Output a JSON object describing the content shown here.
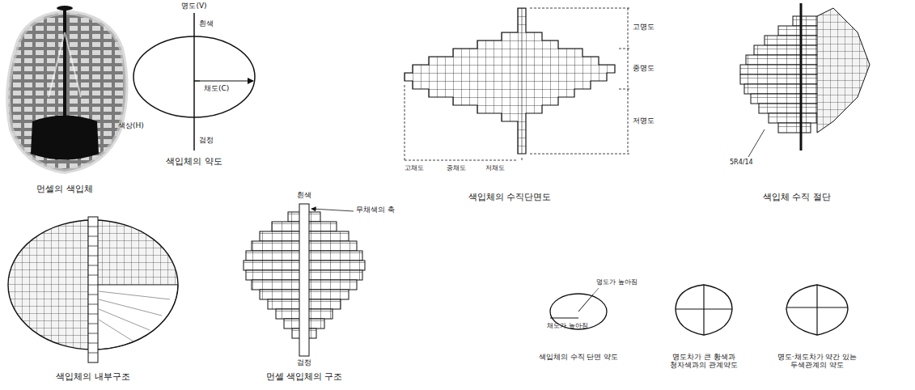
{
  "diagram": {
    "labels": [
      "먼셀의 색입체",
      "명도(V)",
      "흰색",
      "채도(C)",
      "색상(H)",
      "검정",
      "색입체의 약도",
      "고명도",
      "중명도",
      "저명도",
      "고채도",
      "중채도",
      "저채도",
      "색입체의 수직단면도",
      "5R4/14",
      "색입체 수직 절단",
      "색입체의 내부구조",
      "흰색",
      "무채색의 축",
      "검정",
      "먼셀 색입체의 구조",
      "명도가 높아짐",
      "채도가 높아짐",
      "색입체의 수직 단면 약도",
      "명도차가 큰 황색과 청자색과의 관계약도",
      "명도·채도차가 약간 있는 두색관계의 약도"
    ]
  }
}
